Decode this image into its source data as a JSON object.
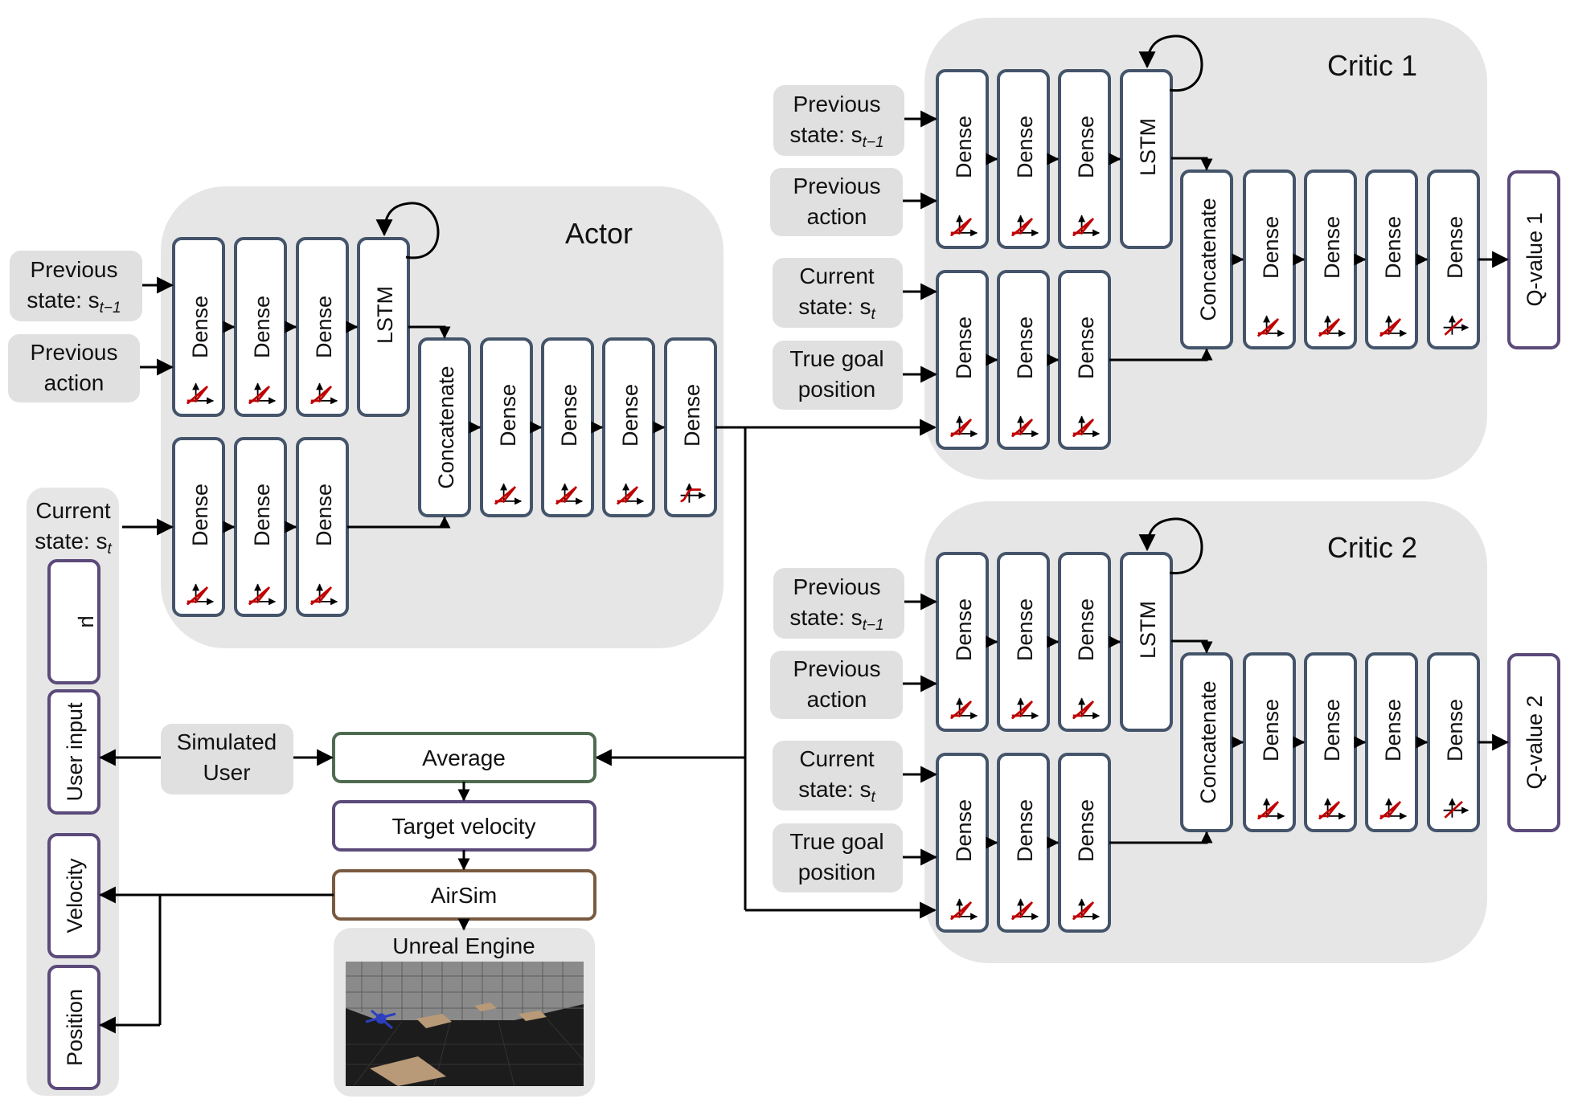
{
  "actor": {
    "title": "Actor",
    "inputs": {
      "prev_state": [
        "Previous",
        "state: s",
        "t−1"
      ],
      "prev_action": [
        "Previous",
        "action"
      ],
      "current_state": [
        "Current",
        "state: s",
        "t"
      ]
    },
    "layers": {
      "dense": "Dense",
      "lstm": "LSTM",
      "concat": "Concatenate"
    }
  },
  "critic1": {
    "title": "Critic 1",
    "inputs": {
      "prev_state": [
        "Previous",
        "state: s",
        "t−1"
      ],
      "prev_action": [
        "Previous",
        "action"
      ],
      "current_state": [
        "Current",
        "state: s",
        "t"
      ],
      "goal": [
        "True goal",
        "position"
      ]
    },
    "output": "Q-value 1"
  },
  "critic2": {
    "title": "Critic 2",
    "inputs": {
      "prev_state": [
        "Previous",
        "state: s",
        "t−1"
      ],
      "prev_action": [
        "Previous",
        "action"
      ],
      "current_state": [
        "Current",
        "state: s",
        "t"
      ],
      "goal": [
        "True goal",
        "position"
      ]
    },
    "output": "Q-value 2"
  },
  "env": {
    "state_panel_title": [
      "Current",
      "state: s",
      "t"
    ],
    "state_items": [
      "μ",
      "User input",
      "Velocity",
      "Position"
    ],
    "simulated_user": [
      "Simulated",
      "User"
    ],
    "average": "Average",
    "target_velocity": "Target velocity",
    "airsim": "AirSim",
    "unreal_engine": "Unreal Engine"
  },
  "colors": {
    "panel_bg": "#e6e6e6",
    "layer_border": "#44546a",
    "state_border": "#5b4a7a",
    "average_border": "#4f6b4f",
    "airsim_border": "#7a5a40",
    "activation_red": "#c00000"
  }
}
